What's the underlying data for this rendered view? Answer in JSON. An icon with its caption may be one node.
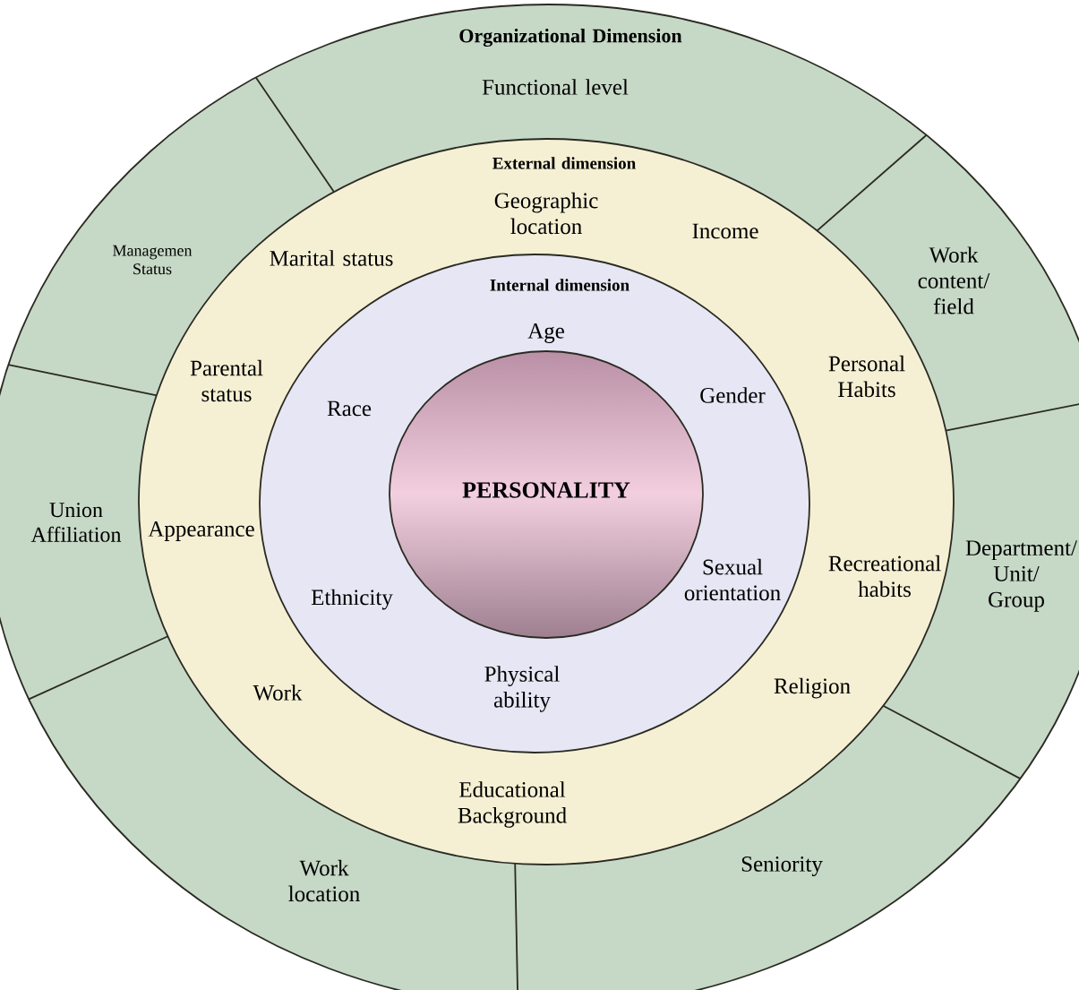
{
  "diagram": {
    "nodes": [
      {
        "text": [
          "Organizational Dimension",
          "Functional level",
          "Managemen Status",
          "Work content/ field",
          "Union Affiliation",
          "Department/ Unit/ Group",
          "Work location",
          "Seniority"
        ]
      },
      {
        "text": [
          "External dimension",
          "Geographic location",
          "Income",
          "Marital status",
          "Parental status",
          "Personal Habits",
          "Appearance",
          "Recreational habits",
          "Work",
          "Religion",
          "Educational Background"
        ],
        "in": 0
      },
      {
        "text": [
          "Internal dimension",
          "Age",
          "Race",
          "Gender",
          "Sexual orientation",
          "Ethnicity",
          "Physical ability"
        ],
        "in": 1
      },
      {
        "text": [
          "PERSONALITY"
        ],
        "in": 2
      }
    ],
    "edges": []
  }
}
